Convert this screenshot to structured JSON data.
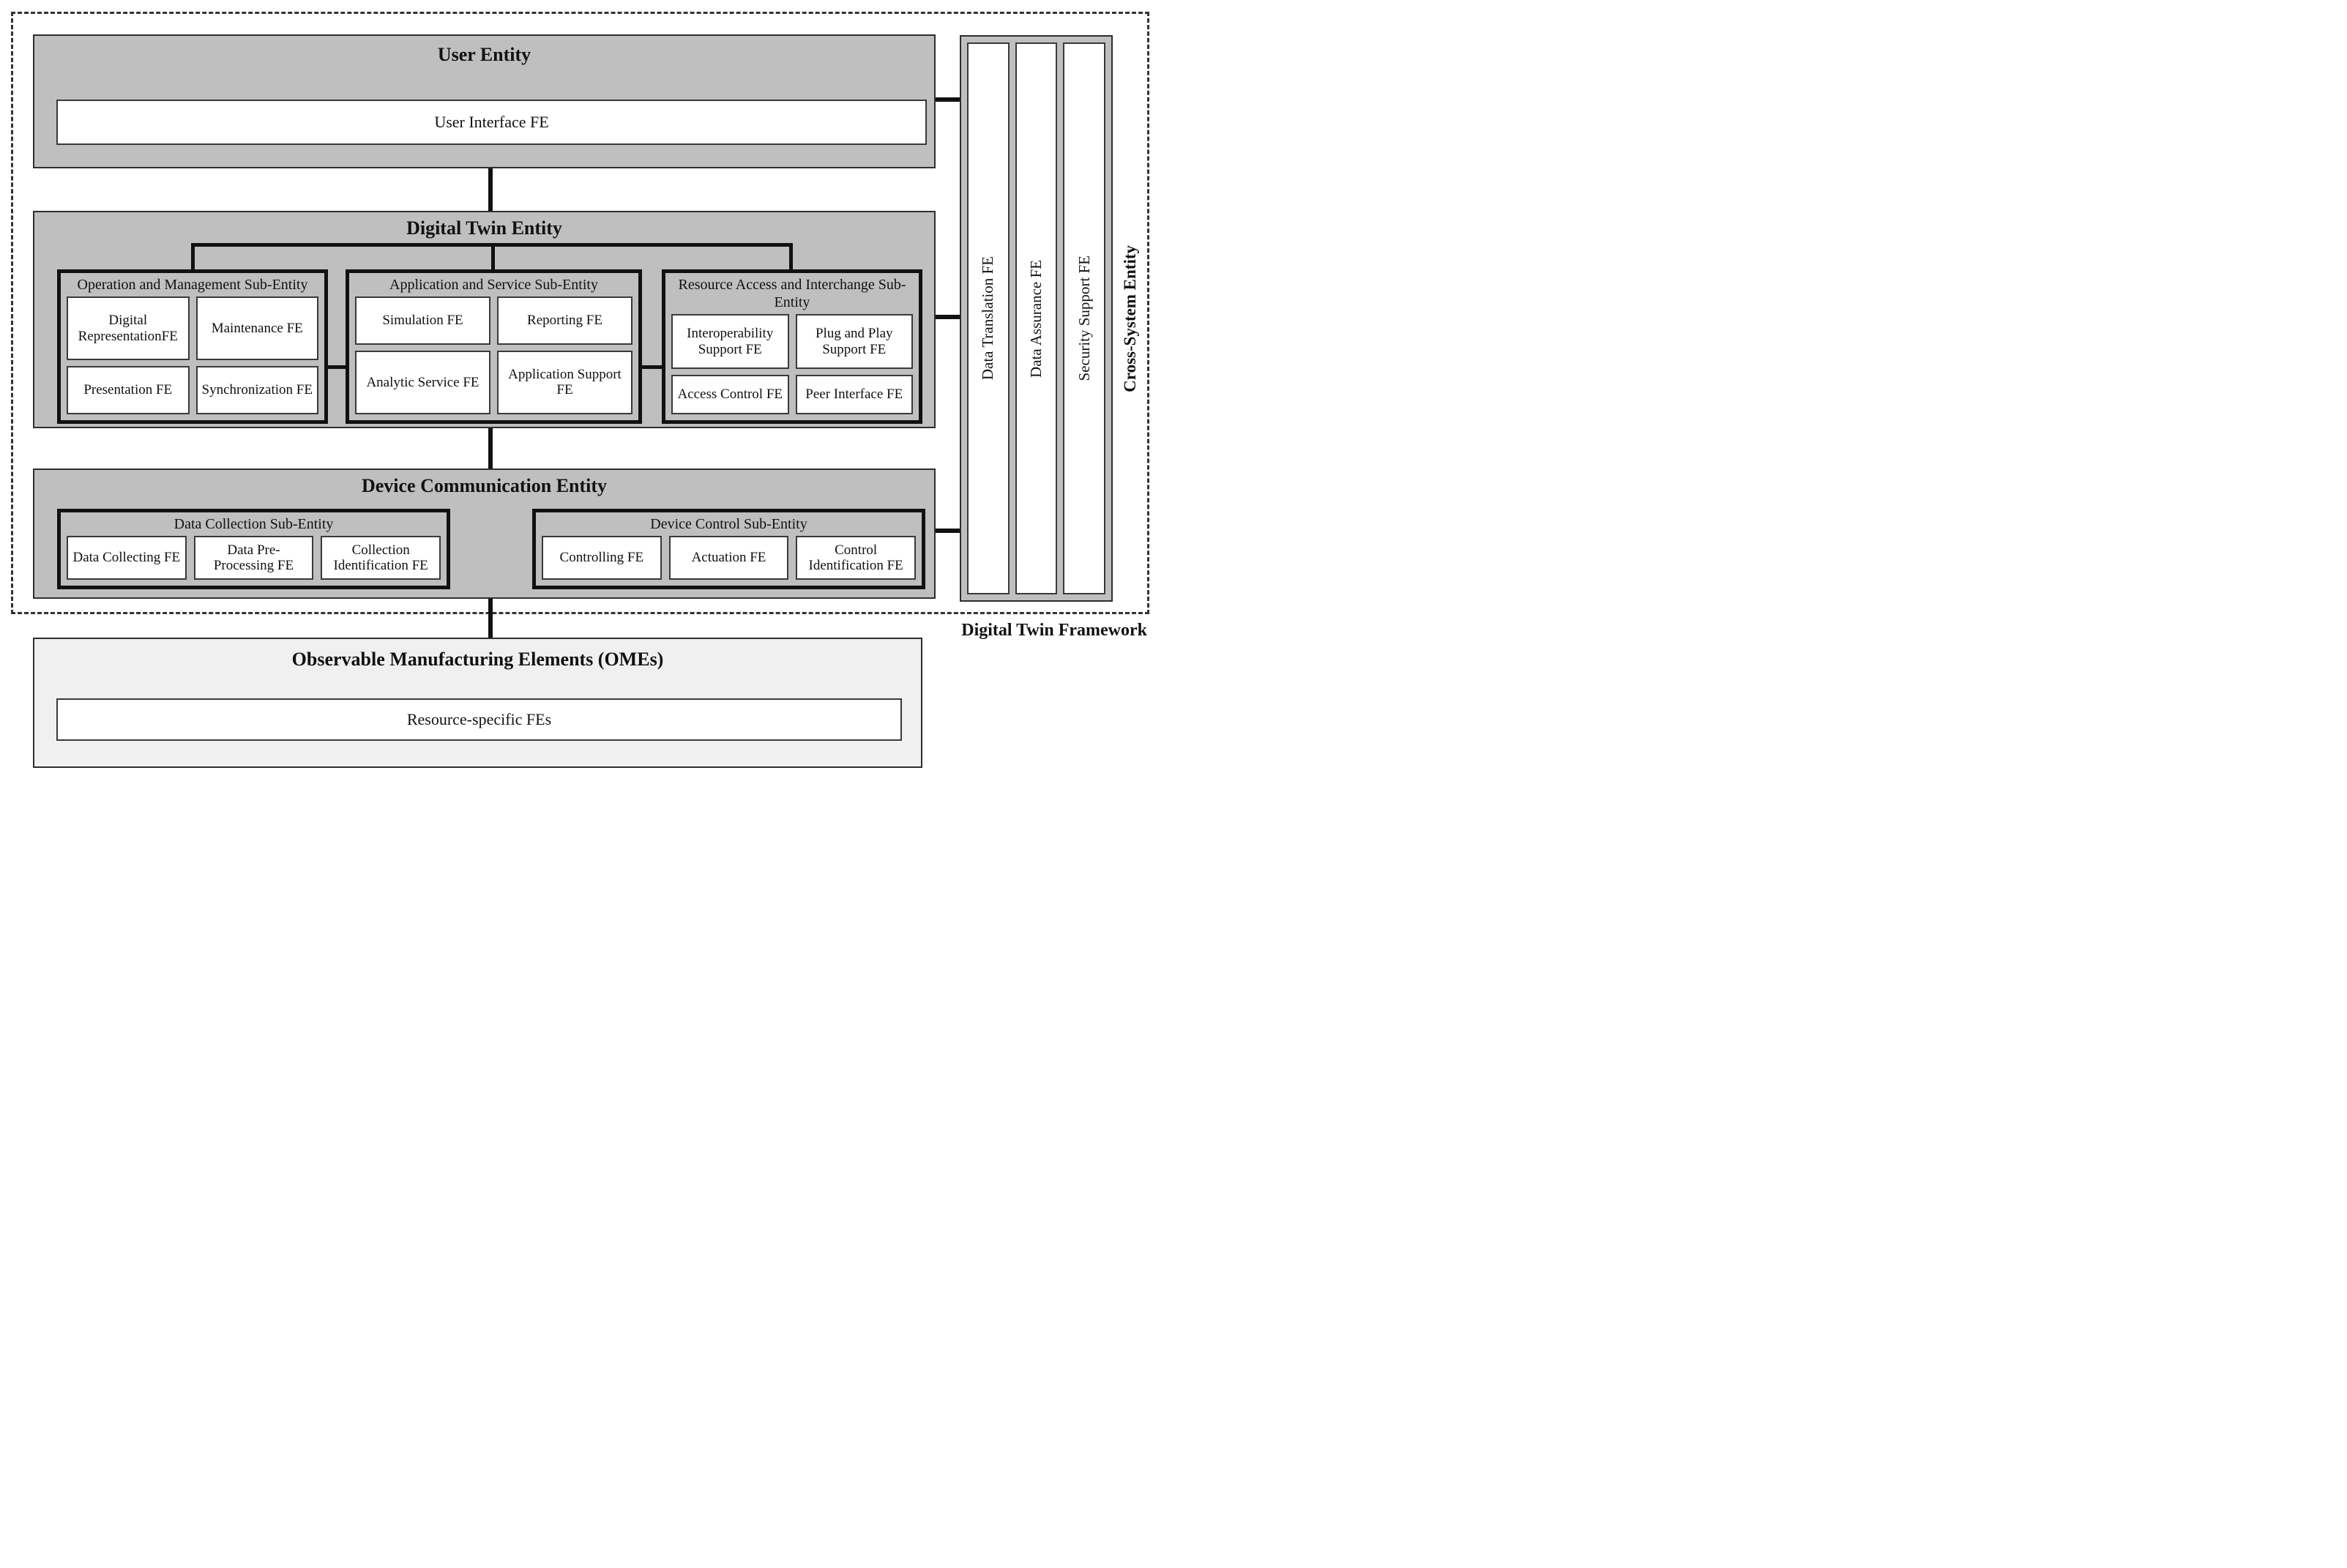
{
  "framework_label": "Digital Twin Framework",
  "user_entity": {
    "title": "User Entity",
    "fe": "User Interface FE"
  },
  "digital_twin_entity": {
    "title": "Digital Twin Entity",
    "sub_entities": [
      {
        "title": "Operation and Management Sub-Entity",
        "fes": [
          "Digital RepresentationFE",
          "Maintenance FE",
          "Presentation FE",
          "Synchronization FE"
        ]
      },
      {
        "title": "Application and Service Sub-Entity",
        "fes": [
          "Simulation FE",
          "Reporting FE",
          "Analytic Service FE",
          "Application Support FE"
        ]
      },
      {
        "title": "Resource Access and Interchange Sub-Entity",
        "fes": [
          "Interoperability Support FE",
          "Plug and Play Support FE",
          "Access Control FE",
          "Peer Interface FE"
        ]
      }
    ]
  },
  "device_communication_entity": {
    "title": "Device Communication Entity",
    "sub_entities": [
      {
        "title": "Data Collection Sub-Entity",
        "fes": [
          "Data Collecting FE",
          "Data Pre-Processing FE",
          "Collection Identification FE"
        ]
      },
      {
        "title": "Device Control Sub-Entity",
        "fes": [
          "Controlling FE",
          "Actuation FE",
          "Control Identification FE"
        ]
      }
    ]
  },
  "cross_system_entity": {
    "title": "Cross-System Entity",
    "fes": [
      "Data Translation FE",
      "Data Assurance FE",
      "Security Support FE"
    ]
  },
  "omes": {
    "title": "Observable Manufacturing Elements (OMEs)",
    "fe": "Resource-specific FEs"
  },
  "colors": {
    "entity_fill": "#bfbfbf",
    "ome_fill": "#f0f0f0",
    "line": "#111111",
    "dashed_border": "#333333"
  }
}
